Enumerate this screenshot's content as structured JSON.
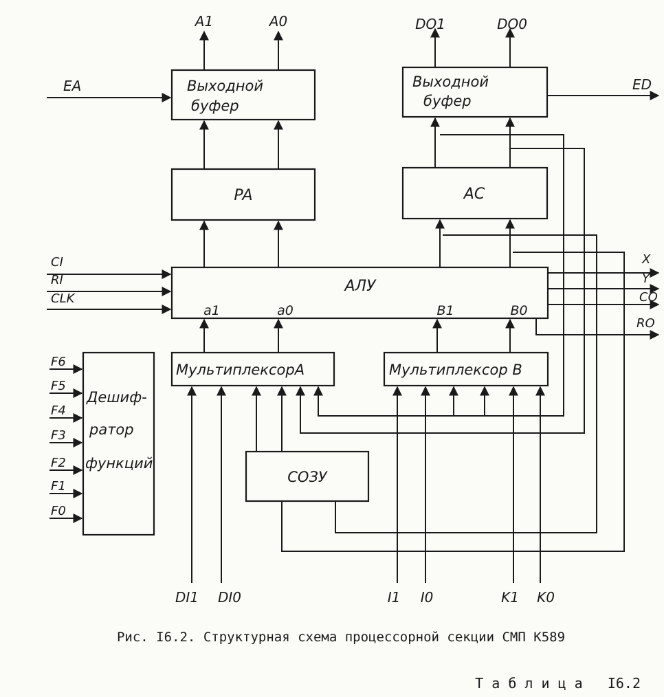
{
  "diagram": {
    "blocks": {
      "out_buffer_left": [
        "Выходной",
        "буфер"
      ],
      "out_buffer_right": [
        "Выходной",
        "буфер"
      ],
      "pa": "PA",
      "ac": "AC",
      "alu": "АЛУ",
      "mux_a": "МультиплексорA",
      "mux_b": "Мультиплексор B",
      "sozu": "СОЗУ",
      "decoder": [
        "Дешиф-",
        "ратор",
        "функций"
      ]
    },
    "alu_ports": {
      "a1": "a1",
      "a0": "a0",
      "b1": "B1",
      "b0": "B0"
    },
    "signals": {
      "a1": "A1",
      "a0": "A0",
      "do1": "DO1",
      "do0": "DO0",
      "ea": "EA",
      "ed": "ED",
      "ci": "CI",
      "ri": "RI",
      "clk": "CLK",
      "x": "X",
      "y": "Y",
      "co": "CO",
      "ro": "RO",
      "f6": "F6",
      "f5": "F5",
      "f4": "F4",
      "f3": "F3",
      "f2": "F2",
      "f1": "F1",
      "f0": "F0",
      "di1": "DI1",
      "di0": "DI0",
      "i1": "I1",
      "i0": "I0",
      "k1": "K1",
      "k0": "K0"
    }
  },
  "caption": "Рис. I6.2. Структурная схема процессорной секции СМП К589",
  "table_label": "Т а б л и ц а   I6.2"
}
